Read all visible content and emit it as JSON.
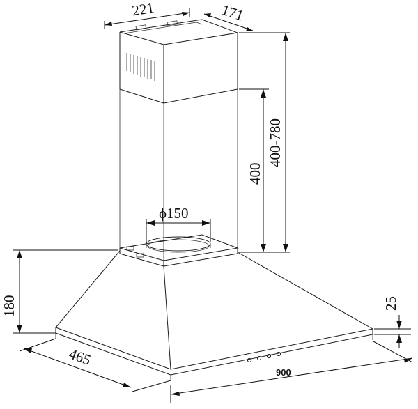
{
  "diagram": {
    "labels": {
      "chimney_width": "221",
      "chimney_depth": "171",
      "height_range": "400-780",
      "chimney_height": "400",
      "duct_diameter": "ϕ150",
      "hood_height": "180",
      "hood_depth": "465",
      "edge_thickness": "25",
      "hood_width": "900"
    },
    "control_buttons": 4
  }
}
